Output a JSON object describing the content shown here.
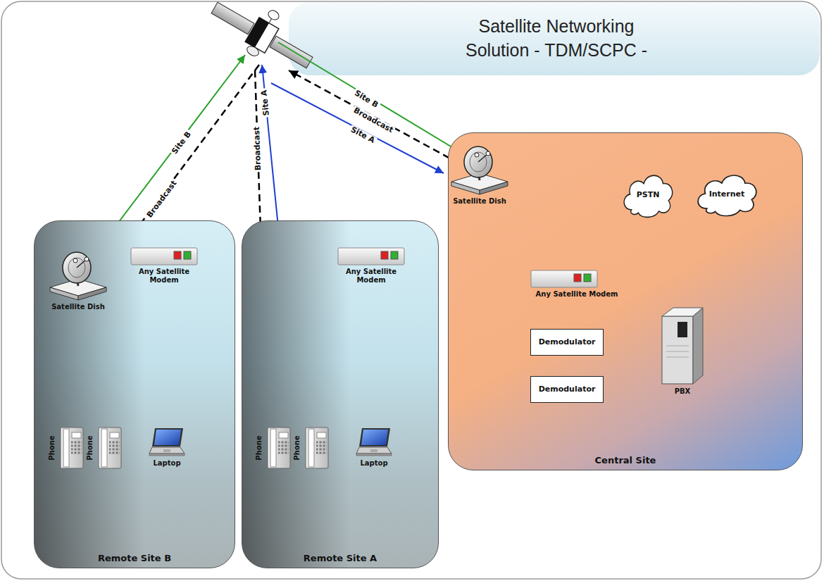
{
  "diagram": {
    "title": "Satellite Networking Solution - TDM/SCPC -",
    "nodes": [
      {
        "text": [
          "Remote Site B"
        ]
      },
      {
        "text": [
          "Satellite Dish"
        ],
        "in": 0
      },
      {
        "text": [
          "Any Satellite Modem"
        ],
        "in": 0
      },
      {
        "text": [
          "Phone"
        ],
        "in": 0
      },
      {
        "text": [
          "Phone"
        ],
        "in": 0
      },
      {
        "text": [
          "Laptop"
        ],
        "in": 0
      },
      {
        "text": [
          "Remote Site A"
        ]
      },
      {
        "text": [
          "Any Satellite Modem"
        ],
        "in": 6
      },
      {
        "text": [
          "Phone"
        ],
        "in": 6
      },
      {
        "text": [
          "Phone"
        ],
        "in": 6
      },
      {
        "text": [
          "Laptop"
        ],
        "in": 6
      },
      {
        "text": [
          "Central Site"
        ]
      },
      {
        "text": [
          "Satellite Dish"
        ],
        "in": 11
      },
      {
        "text": [
          "PSTN"
        ],
        "in": 11
      },
      {
        "text": [
          "Internet"
        ],
        "in": 11
      },
      {
        "text": [
          "Any Satellite Modem"
        ],
        "in": 11
      },
      {
        "text": [
          "Demodulator"
        ],
        "in": 11
      },
      {
        "text": [
          "Demodulator"
        ],
        "in": 11
      },
      {
        "text": [
          "PBX"
        ],
        "in": 11
      }
    ],
    "edges": [
      {
        "from": 1,
        "to": 2,
        "arrow": "none"
      },
      {
        "from": 12,
        "to": 15,
        "arrow": "none"
      },
      {
        "from": 12,
        "to": 16,
        "arrow": "none"
      },
      {
        "from": 12,
        "to": 17,
        "arrow": "none"
      },
      {
        "from": 13,
        "to": 17,
        "arrow": "none"
      }
    ],
    "labels": [
      "Site B",
      "Broadcast",
      "Broadcast",
      "Site A",
      "Site B",
      "Broadcast",
      "Site A"
    ]
  }
}
